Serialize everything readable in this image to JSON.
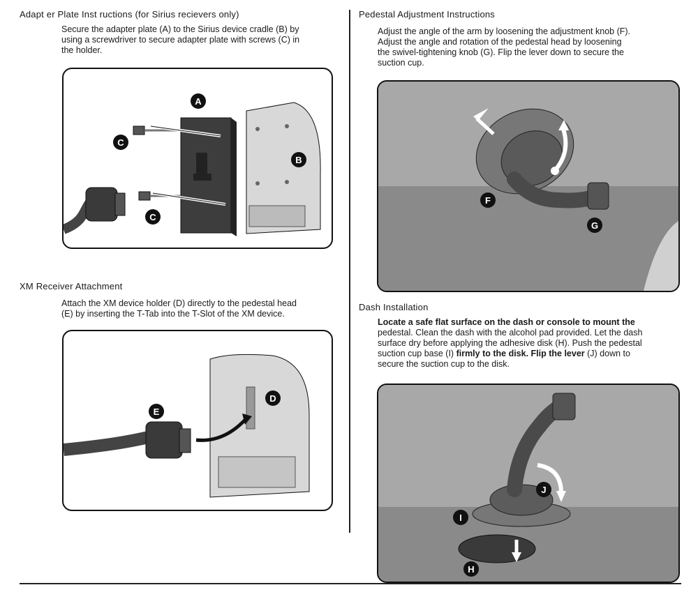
{
  "adapter": {
    "title": "Adapt er Plate Inst ructions (for Sirius recievers only)",
    "lines": [
      "Secure the adapter plate (A) to the Sirius device cradle (B) by",
      "using a screwdriver to secure adapter plate with screws (C) in",
      "the holder."
    ]
  },
  "pedestal": {
    "title": "Pedestal Adjustment Instructions",
    "lines": [
      "Adjust the angle of the arm by loosening the adjustment knob (F).",
      "Adjust the angle and rotation of the pedestal head by loosening",
      "the swivel-tightening knob (G). Flip the lever down to secure the",
      "suction cup."
    ]
  },
  "xm": {
    "title": "XM Receiver Attachment",
    "lines": [
      "Attach the XM device holder (D) directly to the pedestal head",
      "(E)  by inserting the T-Tab into the T-Slot of the XM device."
    ]
  },
  "dash": {
    "title": "Dash Installation",
    "line1_bold": "Locate a safe flat surface on the dash or console to mount the",
    "line2": "pedestal. Clean the dash with the alcohol pad provided. Let the dash",
    "line3": "surface dry before applying the adhesive disk (H). Push the pedestal",
    "line4_pre": "suction cup base (I) ",
    "line4_bold": "firmly to the disk. Flip the lever",
    "line4_post": " (J) down to",
    "line5": "secure the suction cup to the disk."
  },
  "callouts": {
    "a": "A",
    "b": "B",
    "c": "C",
    "d": "D",
    "e": "E",
    "f": "F",
    "g": "G",
    "h": "H",
    "i": "I",
    "j": "J"
  }
}
